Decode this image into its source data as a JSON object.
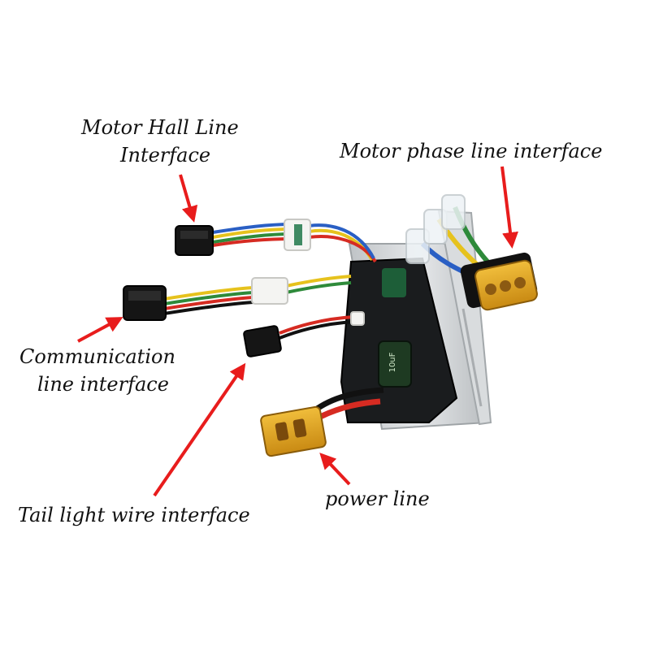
{
  "labels": {
    "motor_hall_line_1": "Motor Hall Line",
    "motor_hall_line_2": "Interface",
    "motor_phase_line": "Motor phase line interface",
    "communication_line_1": "Communication",
    "communication_line_2": "line interface",
    "tail_light_wire": "Tail light wire interface",
    "power_line": "power line"
  },
  "component_markings": {
    "capacitor_text": "10uF"
  },
  "colors": {
    "arrow": "#e81c1c",
    "connector_yellow": "#e5a81f",
    "connector_black": "#111111",
    "heatsink": "#cfd2d4",
    "wire_red": "#d62b22",
    "wire_green": "#2e8a3a",
    "wire_blue": "#2a5fc4",
    "wire_yellow": "#e6c21d"
  }
}
